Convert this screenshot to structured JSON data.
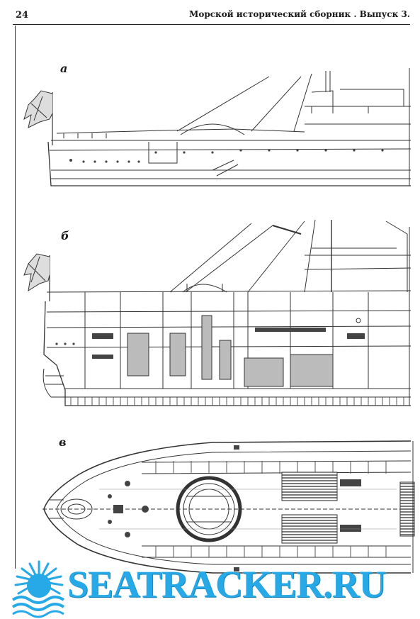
{
  "page": {
    "number": "24",
    "header": "Морской исторический сборник . Выпуск 3."
  },
  "panels": [
    {
      "label": "а"
    },
    {
      "label": "б"
    },
    {
      "label": "в"
    }
  ],
  "watermark": {
    "text": "SEATRACKER.RU",
    "color": "#26a9e6",
    "icon": "sun-wave-logo-icon"
  }
}
